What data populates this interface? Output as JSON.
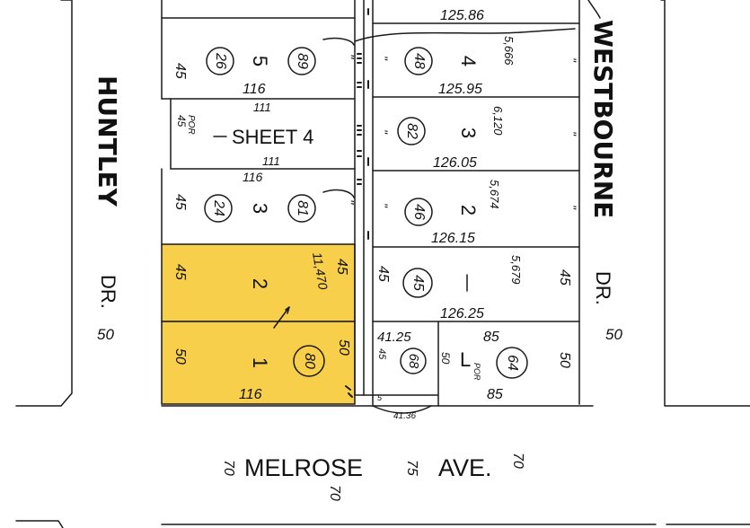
{
  "streets": {
    "huntley": "HUNTLEY",
    "huntley_suffix": "DR.",
    "huntley_width": "50",
    "westbourne": "WESTBOURNE",
    "westbourne_suffix": "DR.",
    "westbourne_width": "50",
    "melrose": "MELROSE",
    "melrose_suffix": "AVE.",
    "melrose_width_left": "70",
    "melrose_width_mid": "75",
    "melrose_width_right": "70",
    "melrose_width_below": "70"
  },
  "sheet_ref": {
    "label": "SHEET 4",
    "por": "POR",
    "por_width": "45",
    "dim_top": "111",
    "dim_bottom": "111",
    "dim_116": "116"
  },
  "west_lots": [
    {
      "lot": "5",
      "parcel": "26",
      "parcel_alt": "89",
      "width_left": "45",
      "depth": "116"
    },
    {
      "lot": "3",
      "parcel": "24",
      "parcel_alt": "81",
      "width_left": "45",
      "depth": "116"
    },
    {
      "lot": "2",
      "width_left": "45",
      "width_right": "45",
      "area": "11,470",
      "highlight": true
    },
    {
      "lot": "1",
      "parcel": "80",
      "width_left": "50",
      "width_right": "50",
      "depth": "116",
      "highlight": true
    }
  ],
  "east_lots": [
    {
      "lot": "4",
      "parcel": "48",
      "area": "5,666",
      "depth": "125.95",
      "depth_top": "125.86"
    },
    {
      "lot": "3",
      "parcel": "82",
      "area": "6,120",
      "depth": "126.05"
    },
    {
      "lot": "2",
      "parcel": "46",
      "area": "5,674",
      "depth": "126.15"
    },
    {
      "lot": "1",
      "parcel": "45",
      "area": "5,679",
      "depth": "126.25",
      "width": "45"
    }
  ],
  "south_east": {
    "lot": "L",
    "por": "POR",
    "parcel_small": "68",
    "parcel_large": "64",
    "dim_4125": "41.25",
    "dim_85_top": "85",
    "dim_85_bottom": "85",
    "dim_45": "45",
    "dim_50": "50",
    "dim_50_right": "50",
    "dim_4136": "41.36",
    "dim_5": "5"
  },
  "ditto": "\"",
  "colors": {
    "highlight": "#F7CF4A",
    "ink": "#1a1a1a",
    "background": "#ffffff"
  }
}
